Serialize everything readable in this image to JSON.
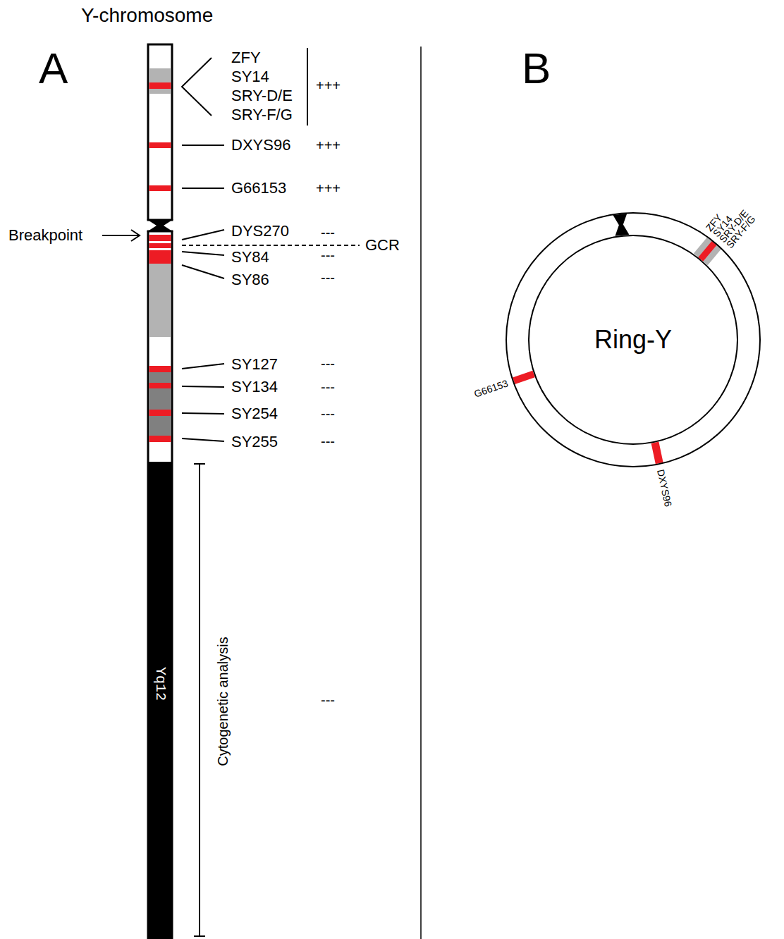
{
  "diagram": {
    "title": "Y-chromosome",
    "nodes": [
      {
        "text": [
          "Yq12"
        ]
      },
      {
        "text": [
          "Ring-Y"
        ]
      }
    ],
    "labels": [
      "A",
      "ZFY",
      "SY14",
      "SRY-D/E",
      "SRY-F/G",
      "+++",
      "DXYS96",
      "+++",
      "G66153",
      "+++",
      "Breakpoint",
      "DYS270",
      "---",
      "GCR",
      "SY84",
      "---",
      "SY86",
      "---",
      "SY127",
      "---",
      "SY134",
      "---",
      "SY254",
      "---",
      "SY255",
      "---",
      "Cytogenetic analysis",
      "---",
      "B",
      "ZFY",
      "SY14",
      "SRY-D/E",
      "SRY-F/G",
      "G66153",
      "DXYS96"
    ]
  }
}
